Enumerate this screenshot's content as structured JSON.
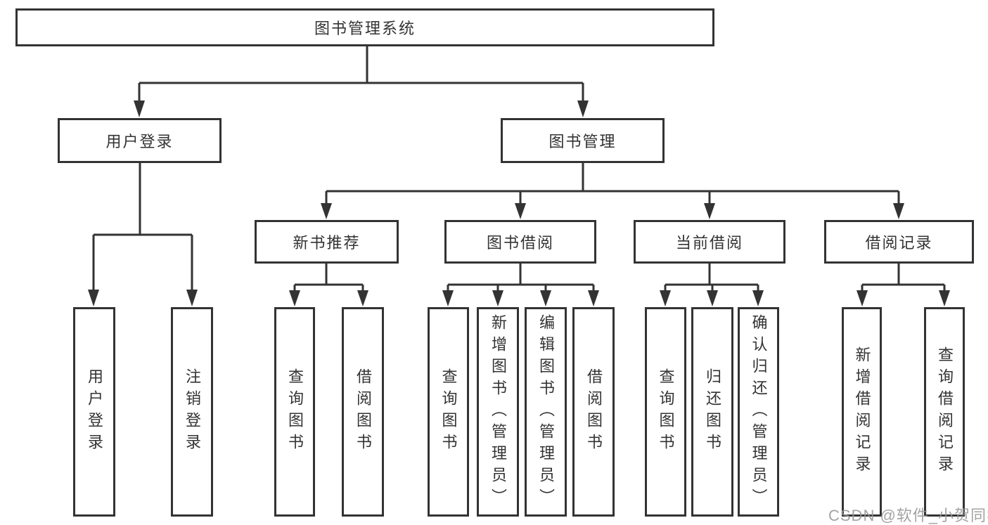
{
  "colors": {
    "line": "#333333",
    "text": "#333333",
    "box_fill": "#ffffff",
    "page_background": "#ffffff",
    "watermark": "#969696"
  },
  "tree": {
    "root": {
      "label": "图书管理系统"
    },
    "user_login": {
      "label": "用户登录",
      "children": {
        "login": {
          "label": "用户登录"
        },
        "logout": {
          "label": "注销登录"
        }
      }
    },
    "book_mgmt": {
      "label": "图书管理"
    },
    "new_books": {
      "label": "新书推荐",
      "children": {
        "query": {
          "label": "查询图书"
        },
        "borrow": {
          "label": "借阅图书"
        }
      }
    },
    "book_borrow": {
      "label": "图书借阅",
      "children": {
        "query": {
          "label": "查询图书"
        },
        "add": {
          "label": "新增图书（管理员）"
        },
        "edit": {
          "label": "编辑图书（管理员）"
        },
        "borrow": {
          "label": "借阅图书"
        }
      }
    },
    "current_borrow": {
      "label": "当前借阅",
      "children": {
        "query": {
          "label": "查询图书"
        },
        "return": {
          "label": "归还图书"
        },
        "confirm": {
          "label": "确认归还（管理员）"
        }
      }
    },
    "borrow_records": {
      "label": "借阅记录",
      "children": {
        "add": {
          "label": "新增借阅记录"
        },
        "query": {
          "label": "查询借阅记录"
        }
      }
    }
  },
  "watermark": {
    "text": "CSDN @软件_小贺同学"
  }
}
